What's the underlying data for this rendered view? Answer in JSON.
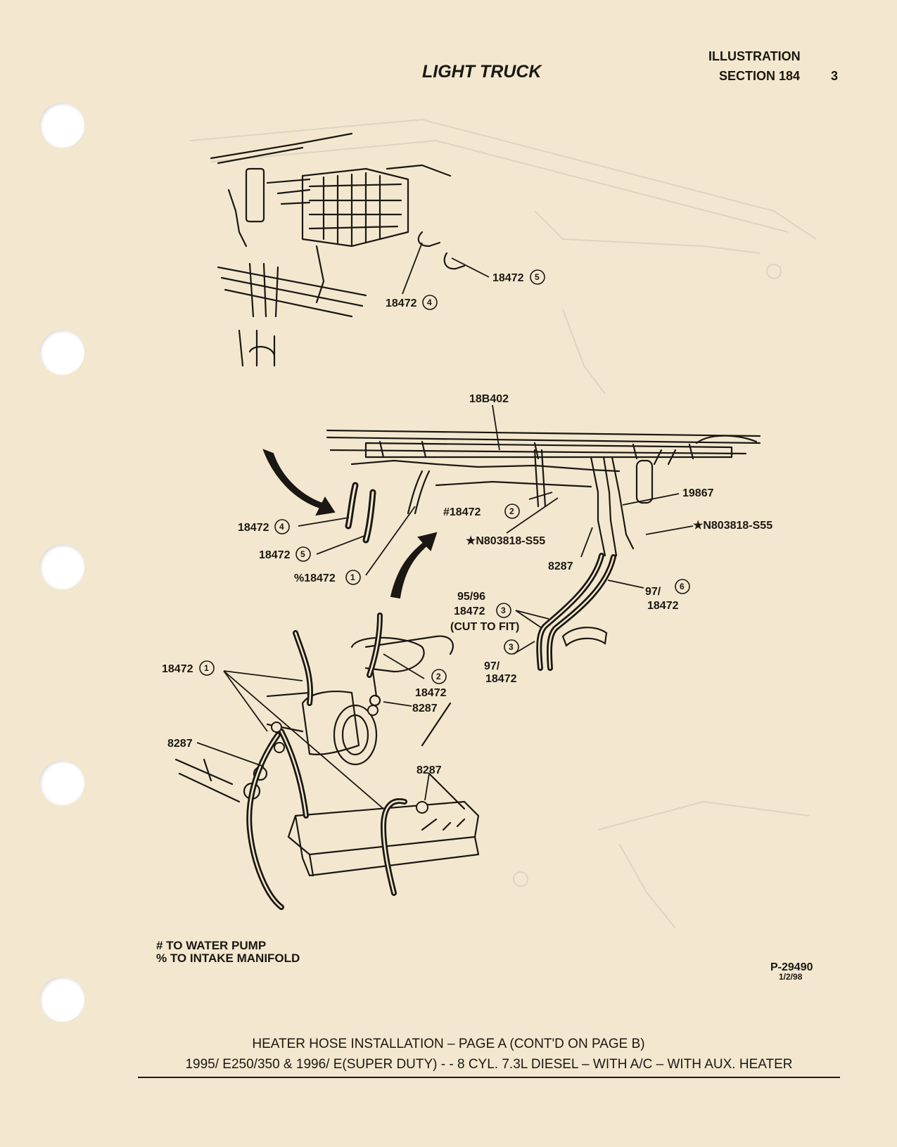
{
  "header": {
    "title": "LIGHT TRUCK",
    "illustration": "ILLUSTRATION",
    "section": "SECTION 184",
    "page_number": "3"
  },
  "callouts_top": {
    "c5": "18472",
    "c5_num": "5",
    "c4": "18472",
    "c4_num": "4"
  },
  "callouts_mid": {
    "top_part": "18B402",
    "part_19867": "19867",
    "fastener_right": "★N803818-S55",
    "fastener_left": "★N803818-S55",
    "hose2_prefix": "#18472",
    "hose2_num": "2",
    "c4": "18472",
    "c4_num": "4",
    "c5": "18472",
    "c5_num": "5",
    "hose1_prefix": "%18472",
    "hose1_num": "1",
    "clamp_8287": "8287",
    "hose6_model": "97/",
    "hose6_num": "6",
    "hose6_part": "18472",
    "hose3_model": "95/96",
    "hose3_part": "18472",
    "hose3_num": "3",
    "hose3_note": "(CUT TO FIT)",
    "hose3b_num": "3",
    "hose3b_model": "97/",
    "hose3b_part": "18472"
  },
  "callouts_bottom": {
    "hose1": "18472",
    "hose1_num": "1",
    "hose2_num": "2",
    "hose2_part": "18472",
    "clamp_mid": "8287",
    "clamp_left": "8287",
    "clamp_right": "8287"
  },
  "legend": {
    "line1": "#  TO WATER PUMP",
    "line2": "%  TO INTAKE MANIFOLD"
  },
  "figure_ref": {
    "code": "P-29490",
    "date": "1/2/98"
  },
  "footer": {
    "line1": "HEATER HOSE INSTALLATION – PAGE A (CONT'D ON PAGE B)",
    "line2": "1995/ E250/350 & 1996/ E(SUPER DUTY) - - 8 CYL. 7.3L DIESEL – WITH A/C – WITH AUX. HEATER"
  },
  "colors": {
    "paper": "#f3e8cf",
    "ink": "#1b1712",
    "bleed": "#d3cab8"
  }
}
